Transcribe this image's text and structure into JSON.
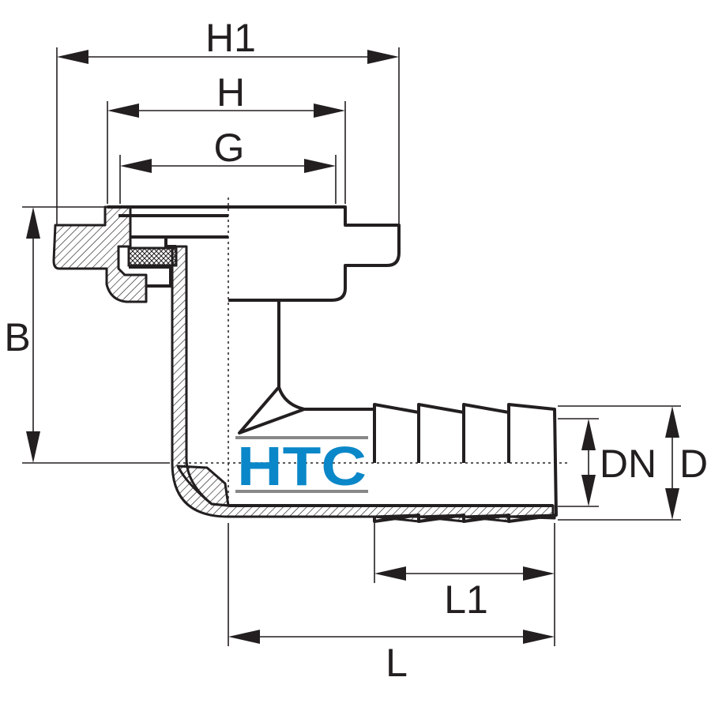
{
  "labels": {
    "h1": "H1",
    "h": "H",
    "g": "G",
    "b": "B",
    "dn": "DN",
    "d": "D",
    "l1": "L1",
    "l": "L"
  },
  "logo": {
    "text": "HTC",
    "color": "#0a87c8",
    "rule_color": "#888888"
  },
  "colors": {
    "line": "#231f20",
    "background": "#ffffff"
  }
}
